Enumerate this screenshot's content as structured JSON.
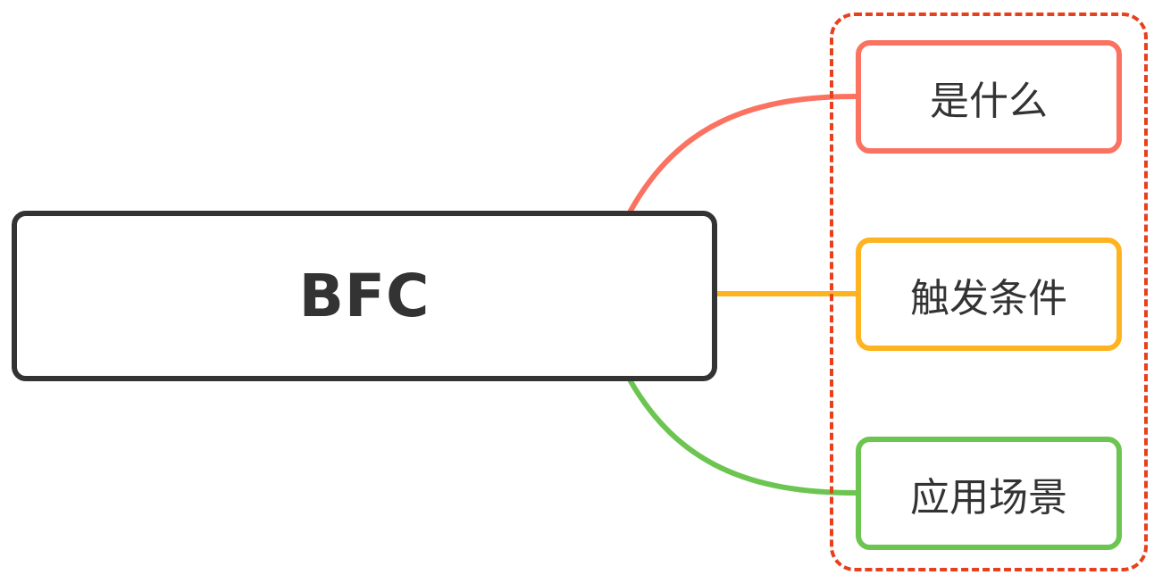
{
  "root": {
    "label": "BFC",
    "border_color": "#333333"
  },
  "branches": [
    {
      "label": "是什么",
      "color": "#fb7260"
    },
    {
      "label": "触发条件",
      "color": "#fdb420"
    },
    {
      "label": "应用场景",
      "color": "#6cc551"
    }
  ],
  "group_box": {
    "style": "dashed",
    "color": "#e8401c"
  }
}
